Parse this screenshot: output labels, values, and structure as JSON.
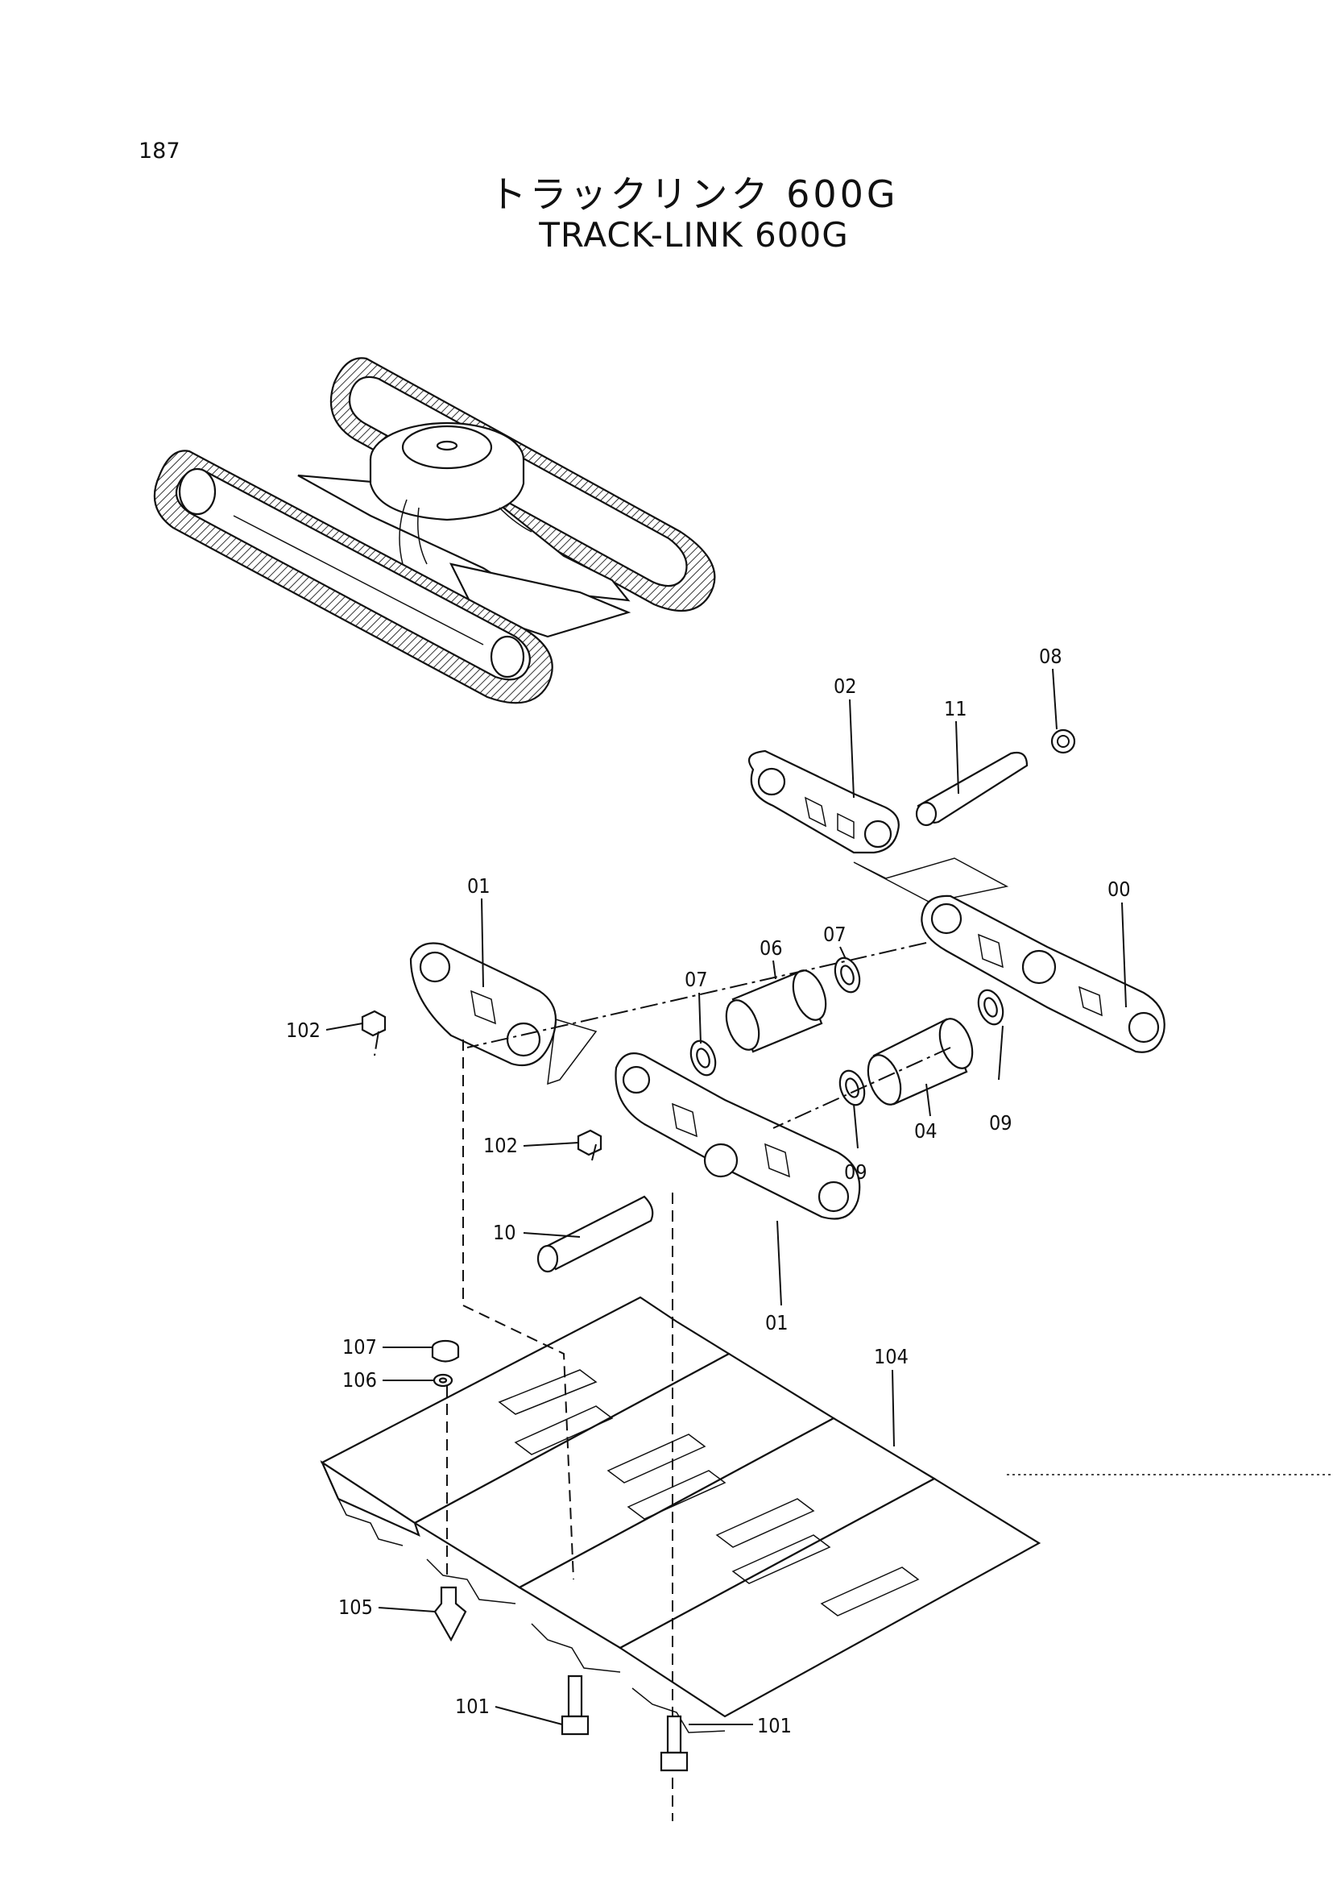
{
  "page_number": "187",
  "title_japanese": "トラックリンク 600G",
  "title_english": "TRACK-LINK 600G",
  "callouts": [
    {
      "id": "c-08",
      "label": "08"
    },
    {
      "id": "c-02",
      "label": "02"
    },
    {
      "id": "c-11",
      "label": "11"
    },
    {
      "id": "c-01-top",
      "label": "01"
    },
    {
      "id": "c-00",
      "label": "00"
    },
    {
      "id": "c-07-right",
      "label": "07"
    },
    {
      "id": "c-06",
      "label": "06"
    },
    {
      "id": "c-07-left",
      "label": "07"
    },
    {
      "id": "c-102-upper",
      "label": "102"
    },
    {
      "id": "c-09-right",
      "label": "09"
    },
    {
      "id": "c-04",
      "label": "04"
    },
    {
      "id": "c-102-lower",
      "label": "102"
    },
    {
      "id": "c-09-lower",
      "label": "09"
    },
    {
      "id": "c-10",
      "label": "10"
    },
    {
      "id": "c-01-bottom",
      "label": "01"
    },
    {
      "id": "c-107",
      "label": "107"
    },
    {
      "id": "c-104",
      "label": "104"
    },
    {
      "id": "c-106",
      "label": "106"
    },
    {
      "id": "c-105",
      "label": "105"
    },
    {
      "id": "c-101-left",
      "label": "101"
    },
    {
      "id": "c-101-right",
      "label": "101"
    }
  ]
}
